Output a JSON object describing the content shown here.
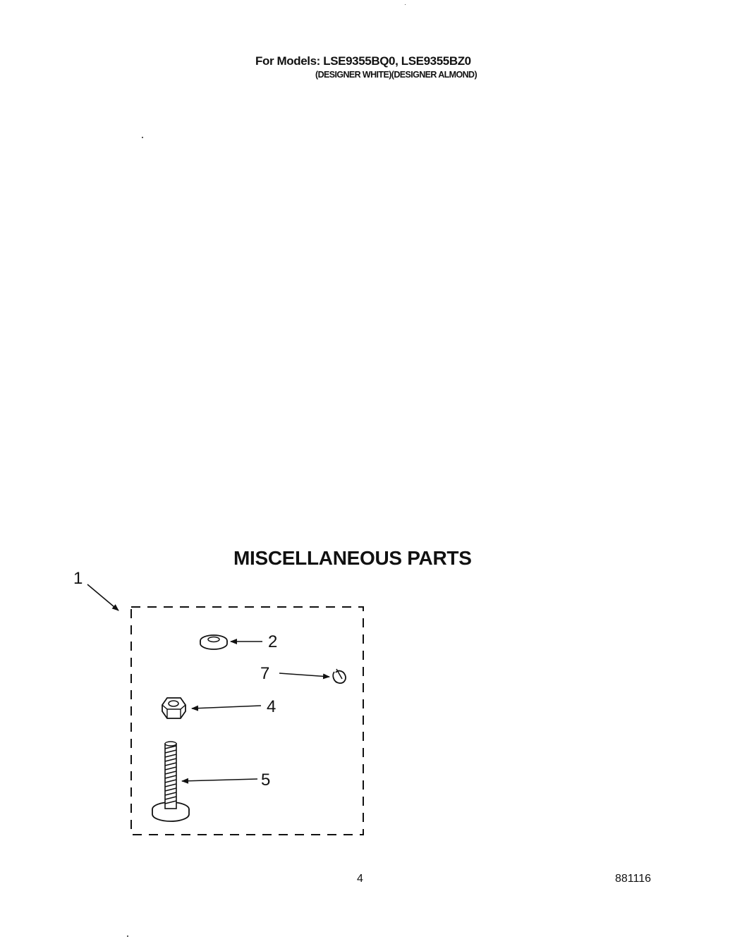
{
  "header": {
    "models_line": "For Models: LSE9355BQ0, LSE9355BZ0",
    "colors_line": "(DESIGNER WHITE)(DESIGNER ALMOND)"
  },
  "section": {
    "title": "MISCELLANEOUS PARTS"
  },
  "callouts": {
    "kit": "1",
    "washer": "2",
    "clip": "7",
    "nut": "4",
    "bolt": "5"
  },
  "footer": {
    "page_number": "4",
    "doc_code": "881116"
  }
}
